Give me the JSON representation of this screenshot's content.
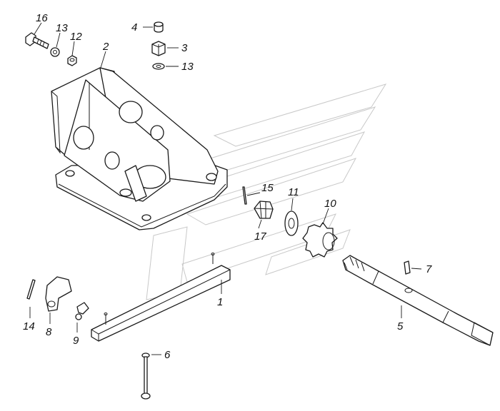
{
  "diagram": {
    "type": "exploded-parts-diagram",
    "line_color": "#1a1a1a",
    "background": "#ffffff",
    "callouts": [
      {
        "id": "c16",
        "label": "16"
      },
      {
        "id": "c13a",
        "label": "13"
      },
      {
        "id": "c12",
        "label": "12"
      },
      {
        "id": "c2",
        "label": "2"
      },
      {
        "id": "c4",
        "label": "4"
      },
      {
        "id": "c3",
        "label": "3"
      },
      {
        "id": "c13b",
        "label": "13"
      },
      {
        "id": "c15",
        "label": "15"
      },
      {
        "id": "c11",
        "label": "11"
      },
      {
        "id": "c10",
        "label": "10"
      },
      {
        "id": "c17",
        "label": "17"
      },
      {
        "id": "c7",
        "label": "7"
      },
      {
        "id": "c1",
        "label": "1"
      },
      {
        "id": "c5",
        "label": "5"
      },
      {
        "id": "c14",
        "label": "14"
      },
      {
        "id": "c8",
        "label": "8"
      },
      {
        "id": "c9",
        "label": "9"
      },
      {
        "id": "c6",
        "label": "6"
      }
    ]
  }
}
